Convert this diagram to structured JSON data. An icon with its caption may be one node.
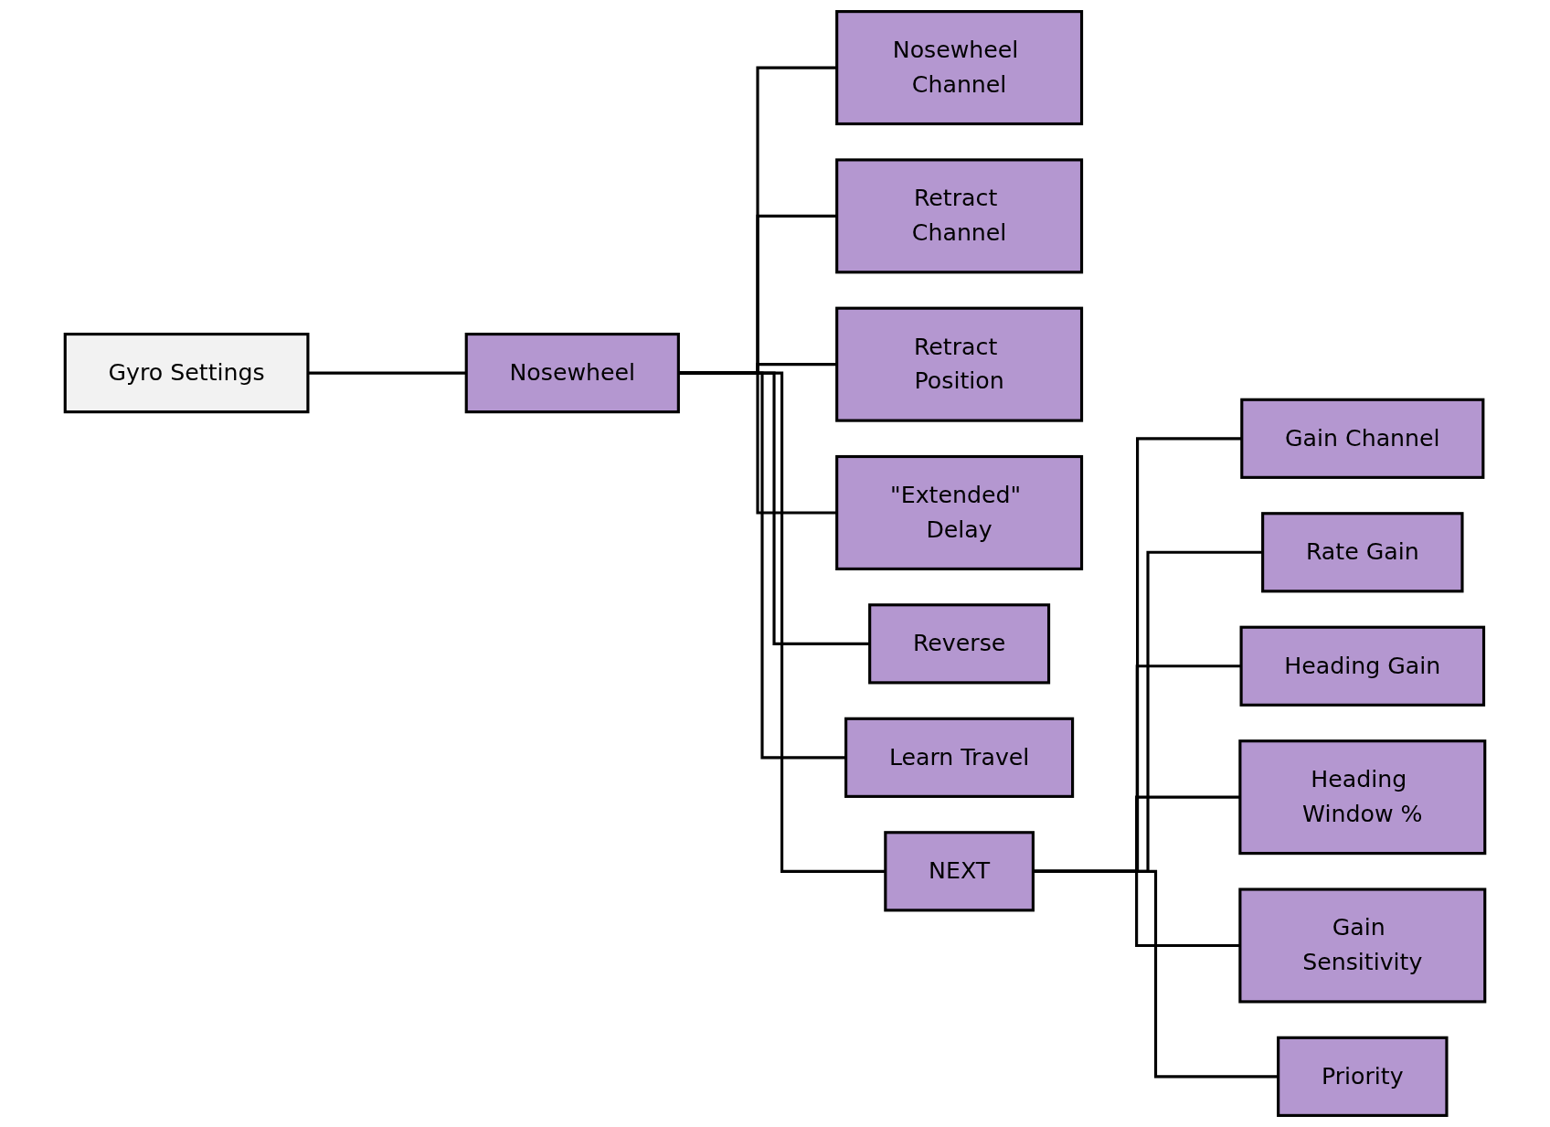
{
  "diagram": {
    "nodes": [
      {
        "text": [
          "Gyro Settings"
        ]
      },
      {
        "text": [
          "Nosewheel"
        ]
      },
      {
        "text": [
          "Nosewheel Channel"
        ]
      },
      {
        "text": [
          "Retract Channel"
        ]
      },
      {
        "text": [
          "Retract Position"
        ]
      },
      {
        "text": [
          "\"Extended\" Delay"
        ]
      },
      {
        "text": [
          "Reverse"
        ]
      },
      {
        "text": [
          "Learn Travel"
        ]
      },
      {
        "text": [
          "NEXT"
        ]
      },
      {
        "text": [
          "Gain Channel"
        ]
      },
      {
        "text": [
          "Rate Gain"
        ]
      },
      {
        "text": [
          "Heading Gain"
        ]
      },
      {
        "text": [
          "Heading Window %"
        ]
      },
      {
        "text": [
          "Gain Sensitivity"
        ]
      },
      {
        "text": [
          "Priority"
        ]
      }
    ],
    "edges": [
      {
        "from": 0,
        "to": 1,
        "arrow": "none"
      },
      {
        "from": 1,
        "to": 2,
        "arrow": "none"
      },
      {
        "from": 1,
        "to": 3,
        "arrow": "none"
      },
      {
        "from": 1,
        "to": 4,
        "arrow": "none"
      },
      {
        "from": 1,
        "to": 5,
        "arrow": "none"
      },
      {
        "from": 1,
        "to": 6,
        "arrow": "none"
      },
      {
        "from": 1,
        "to": 7,
        "arrow": "none"
      },
      {
        "from": 1,
        "to": 8,
        "arrow": "none"
      },
      {
        "from": 8,
        "to": 9,
        "arrow": "none"
      },
      {
        "from": 8,
        "to": 10,
        "arrow": "none"
      },
      {
        "from": 8,
        "to": 11,
        "arrow": "none"
      },
      {
        "from": 8,
        "to": 12,
        "arrow": "none"
      },
      {
        "from": 8,
        "to": 13,
        "arrow": "none"
      },
      {
        "from": 8,
        "to": 14,
        "arrow": "none"
      }
    ]
  }
}
